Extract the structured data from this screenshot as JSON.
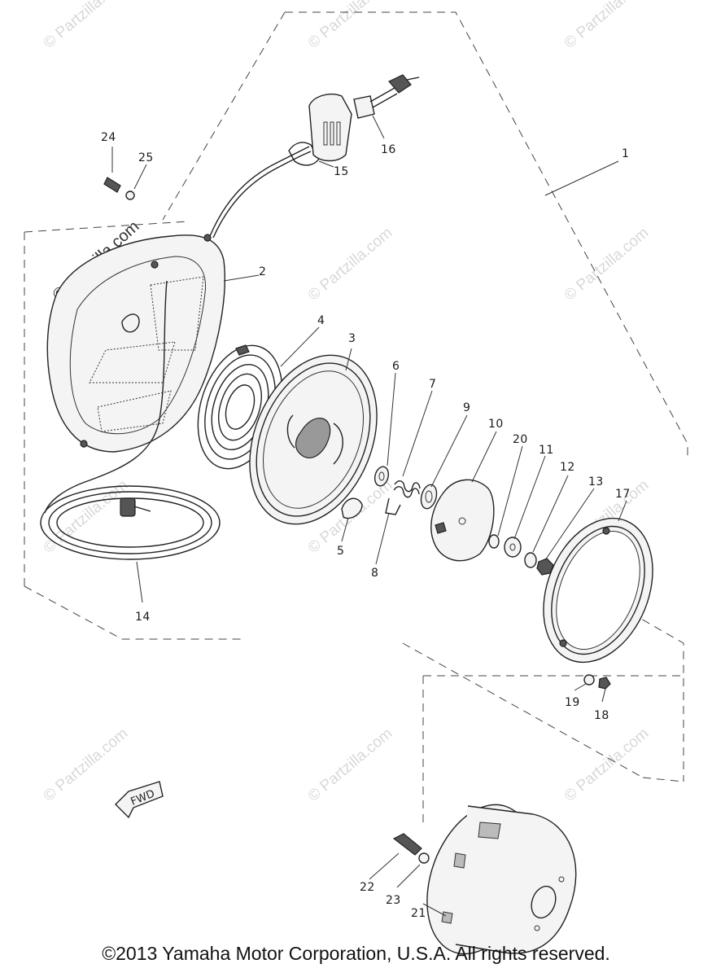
{
  "diagram": {
    "labels": {
      "p1": "1",
      "p2": "2",
      "p3": "3",
      "p4": "4",
      "p5": "5",
      "p6": "6",
      "p7": "7",
      "p8": "8",
      "p9": "9",
      "p10": "10",
      "p11": "11",
      "p12": "12",
      "p13": "13",
      "p14": "14",
      "p15": "15",
      "p16": "16",
      "p17": "17",
      "p18": "18",
      "p19": "19",
      "p20": "20",
      "p21": "21",
      "p22": "22",
      "p23": "23",
      "p24": "24",
      "p25": "25"
    },
    "fwd_label": "FWD",
    "watermark": "© Partzilla.com"
  },
  "footer": {
    "copyright": "©2013  Yamaha Motor Corporation, U.S.A. All rights reserved."
  }
}
